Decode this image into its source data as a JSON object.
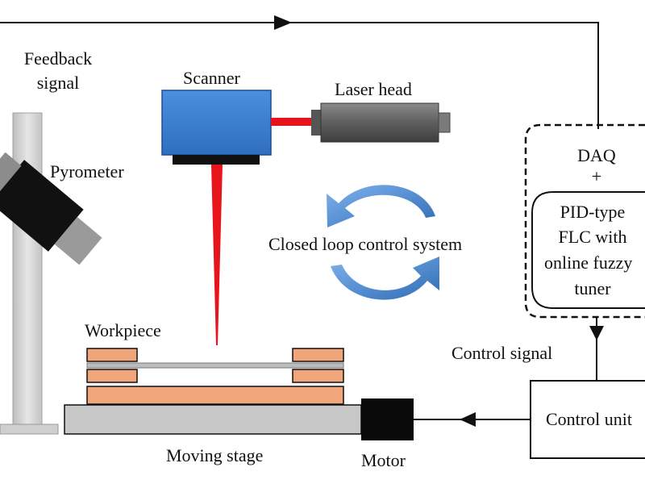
{
  "labels": {
    "feedback_signal_1": "Feedback",
    "feedback_signal_2": "signal",
    "scanner": "Scanner",
    "laser_head": "Laser head",
    "pyrometer": "Pyrometer",
    "closed_loop": "Closed loop control system",
    "daq": "DAQ",
    "plus": "+",
    "controller_1": "PID-type",
    "controller_2": "FLC with",
    "controller_3": "online fuzzy",
    "controller_4": "tuner",
    "control_signal": "Control signal",
    "control_unit": "Control unit",
    "workpiece": "Workpiece",
    "moving_stage": "Moving stage",
    "motor": "Motor"
  },
  "colors": {
    "scanner_blue": "#3b7fd0",
    "laser_red": "#e8141c",
    "laser_head_gray": "#6b6b6b",
    "pyrometer_black": "#111111",
    "pyrometer_gray": "#9a9a9a",
    "post_gray": "#d3d3d3",
    "workpiece_orange": "#f0a57a",
    "stage_gray": "#c8c8c8",
    "arrow_blue": "#4a88cf"
  }
}
